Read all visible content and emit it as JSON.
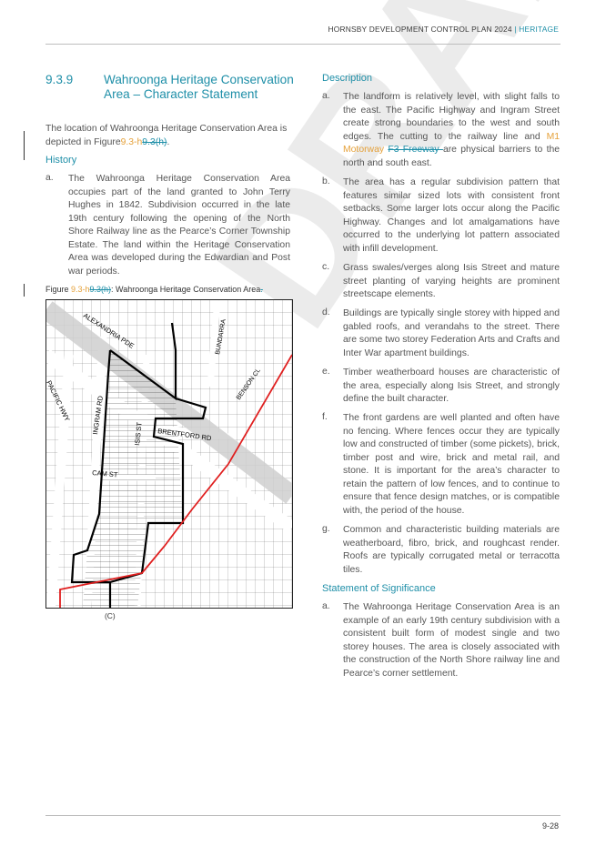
{
  "header": {
    "left": "HORNSBY DEVELOPMENT CONTROL PLAN 2024",
    "sep": " | ",
    "right": "HERITAGE"
  },
  "section": {
    "number": "9.3.9",
    "title": "Wahroonga Heritage Conservation Area – Character Statement"
  },
  "intro": {
    "prefix": "The location of Wahroonga Heritage Conservation Area is depicted in Figure",
    "ins": "9.3-h",
    "del": "9.3(h)",
    "suffix": "."
  },
  "history": {
    "heading": "History",
    "items": [
      {
        "label": "a.",
        "text": "The Wahroonga Heritage Conservation Area occupies part of the land granted to John Terry Hughes in 1842. Subdivision occurred in the late 19th century following the opening of the North Shore Railway line as the Pearce’s Corner Township Estate. The land within the Heritage Conservation Area was developed during the Edwardian and Post war periods."
      }
    ]
  },
  "figure": {
    "prefix": "Figure ",
    "ins": "9.3-h",
    "del": "9.3(h)",
    "caption": ": Wahroonga Heritage Conservation Area",
    "del_end": ".",
    "copyright": "(C)"
  },
  "map": {
    "labels": [
      "ALEXANDRIA PDE",
      "BUNDARRA",
      "BENSON CL",
      "INGRAM RD",
      "PACIFIC HWY",
      "ISIS ST",
      "BRENTFORD RD",
      "CAM ST"
    ],
    "colors": {
      "boundary": "#000000",
      "freeway": "#e02020",
      "rail": "#d8d8d8",
      "lots": "#333333"
    }
  },
  "description": {
    "heading": "Description",
    "items": [
      {
        "label": "a.",
        "pre": "The landform is relatively level, with slight falls to the east. The Pacific Highway and Ingram Street create strong boundaries to the west and south edges. The cutting to the railway line and ",
        "ins": "M1 Motorway",
        "del": "F3 Freeway ",
        "post": "are physical barriers to the north and south east."
      },
      {
        "label": "b.",
        "text": "The area has a regular subdivision pattern that features similar sized lots with consistent front setbacks. Some larger lots occur along the Pacific Highway. Changes and lot amalgamations have occurred to the underlying lot pattern associated with infill development."
      },
      {
        "label": "c.",
        "text": "Grass swales/verges along Isis Street and mature street planting of varying heights are prominent streetscape elements."
      },
      {
        "label": "d.",
        "text": "Buildings are typically single storey with hipped and gabled roofs, and verandahs to the street. There are some two storey Federation Arts and Crafts and Inter War apartment buildings."
      },
      {
        "label": "e.",
        "text": "Timber weatherboard houses are characteristic of the area, especially along Isis Street, and strongly define the built character."
      },
      {
        "label": "f.",
        "text": "The front gardens are well planted and often have no fencing. Where fences occur they are typically low and constructed of timber (some pickets), brick, timber post and wire, brick and metal rail, and stone. It is important for the area’s character to retain the pattern of low fences, and to continue to ensure that fence design matches, or is compatible with, the period of the house."
      },
      {
        "label": "g.",
        "text": "Common and characteristic building materials are weatherboard, fibro, brick, and roughcast render. Roofs are typically corrugated metal or terracotta tiles."
      }
    ]
  },
  "significance": {
    "heading": "Statement of Significance",
    "items": [
      {
        "label": "a.",
        "text": "The Wahroonga Heritage Conservation Area is an example of an early 19th century subdivision with a consistent built form of modest single and two storey houses. The area is closely associated with the construction of the North Shore railway line and Pearce’s corner settlement."
      }
    ]
  },
  "watermark": "DRAFT",
  "footer": {
    "page": "9-28"
  }
}
